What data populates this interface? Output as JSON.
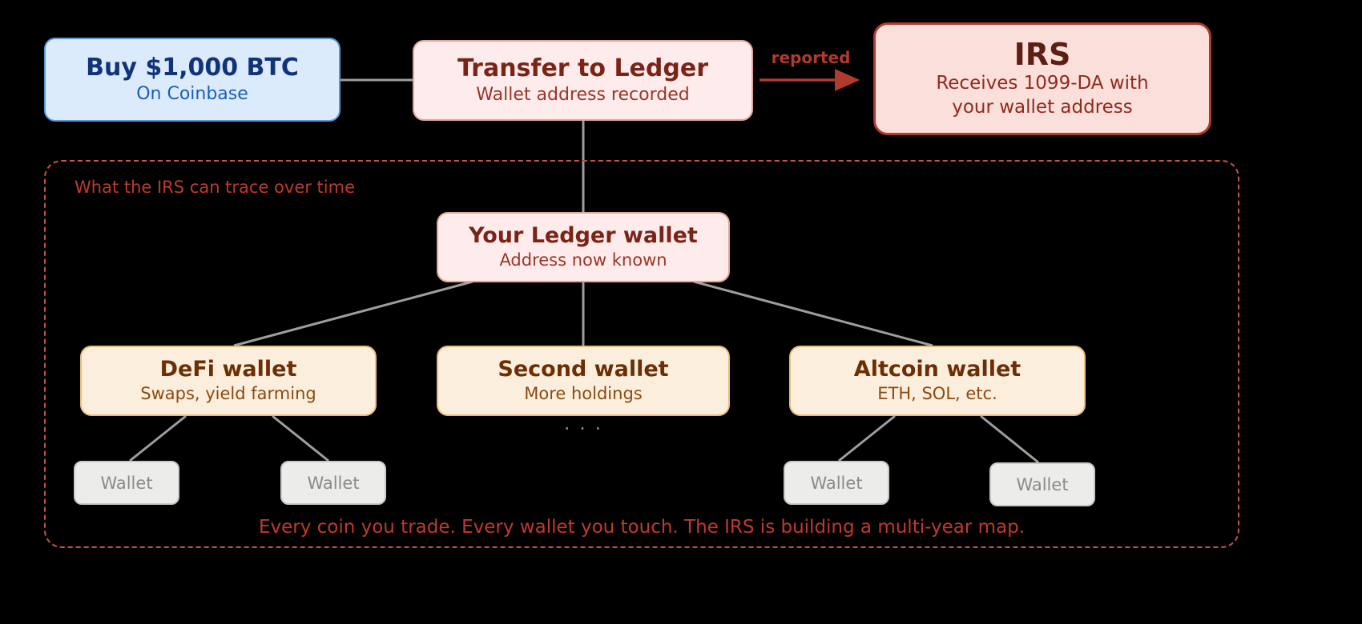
{
  "colors": {
    "background": "#000000",
    "blue_bg": "#dcebfb",
    "blue_border": "#5b9bd5",
    "blue_title": "#11337a",
    "blue_sub": "#1a5eb8",
    "pink_bg": "#fdeceb",
    "pink_border": "#e2a59b",
    "pink_title": "#7a2418",
    "pink_sub": "#9c3428",
    "irs_bg": "#fbdfdb",
    "irs_border": "#b03a2e",
    "irs_title": "#5c1f14",
    "irs_body": "#8f2a1e",
    "arrow_red": "#b03a2e",
    "dashed_border": "#c75144",
    "trace_text": "#c0392b",
    "tan_bg": "#fbeedc",
    "tan_border": "#e8bd80",
    "tan_title": "#6b2f06",
    "tan_sub": "#8a4a12",
    "leaf_bg": "#ececea",
    "leaf_border": "#c9c9c5",
    "leaf_text": "#8a8a86",
    "line_gray": "#9e9e9a",
    "caption_text": "#c0392b"
  },
  "nodes": {
    "buy": {
      "title": "Buy $1,000 BTC",
      "subtitle": "On Coinbase"
    },
    "transfer": {
      "title": "Transfer to Ledger",
      "subtitle": "Wallet address recorded"
    },
    "irs": {
      "title": "IRS",
      "subtitle": "Receives 1099-DA with\nyour wallet address"
    },
    "ledger": {
      "title": "Your Ledger wallet",
      "subtitle": "Address now known"
    },
    "defi": {
      "title": "DeFi wallet",
      "subtitle": "Swaps, yield farming"
    },
    "second": {
      "title": "Second wallet",
      "subtitle": "More holdings"
    },
    "altcoin": {
      "title": "Altcoin wallet",
      "subtitle": "ETH, SOL, etc."
    }
  },
  "labels": {
    "reported": "reported",
    "trace_title": "What the IRS can trace over time",
    "ellipsis": "· · ·",
    "caption": "Every coin you trade. Every wallet you touch. The IRS is building a multi-year map."
  },
  "leaves": [
    {
      "label": "Wallet"
    },
    {
      "label": "Wallet"
    },
    {
      "label": "Wallet"
    },
    {
      "label": "Wallet"
    }
  ]
}
